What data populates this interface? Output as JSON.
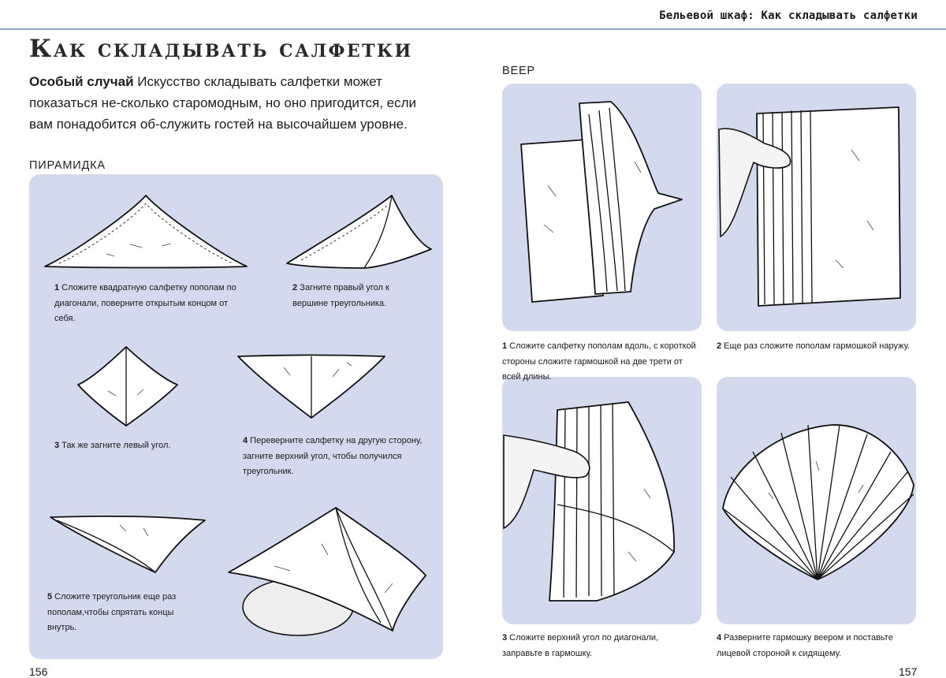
{
  "running_header": "Бельевой шкаф: Как складывать салфетки",
  "title": "Как складывать салфетки",
  "intro": {
    "lead": "Особый случай",
    "text": " Искусство складывать салфетки может показаться не-сколько старомодным, но оно пригодится, если вам понадобится об-служить гостей на высочайшем уровне."
  },
  "pyramid": {
    "label": "ПИРАМИДКА",
    "steps": [
      {
        "num": "1",
        "text": " Сложите квадратную салфетку пополам по диагонали, поверните открытым концом от себя."
      },
      {
        "num": "2",
        "text": " Загните правый угол к вершине треугольника."
      },
      {
        "num": "3",
        "text": " Так же загните левый угол."
      },
      {
        "num": "4",
        "text": " Переверните салфетку на другую сторону, загните верхний угол, чтобы получился треугольник."
      },
      {
        "num": "5",
        "text": " Сложите треугольник еще раз пополам,чтобы спрятать концы внутрь."
      }
    ]
  },
  "fan": {
    "label": "ВЕЕР",
    "steps": [
      {
        "num": "1",
        "text": " Сложите салфетку пополам вдоль, с короткой стороны сложите гармошкой на две трети от всей длины."
      },
      {
        "num": "2",
        "text": " Еще раз сложите пополам гармошкой наружу."
      },
      {
        "num": "3",
        "text": " Сложите верхний угол по диагонали, заправьте в гармошку."
      },
      {
        "num": "4",
        "text": " Разверните гармошку веером и поставьте лицевой стороной к сидящему."
      }
    ]
  },
  "page_left": "156",
  "page_right": "157",
  "icons": [
    "napkin-triangle-illustration",
    "napkin-fan-illustration",
    "hand-illustration",
    "plate-illustration"
  ]
}
